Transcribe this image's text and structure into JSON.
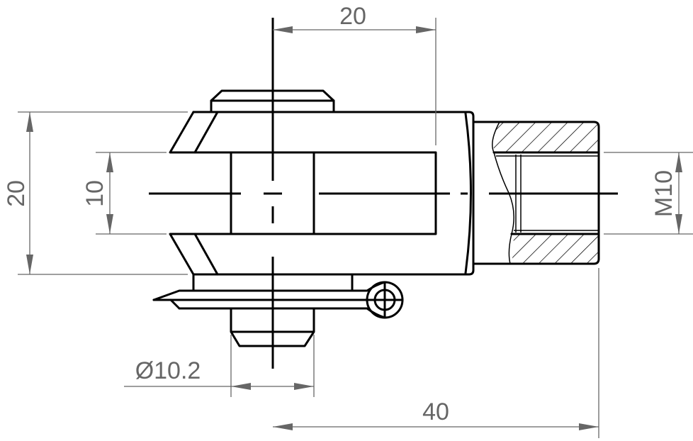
{
  "dimensions": {
    "top_width": "20",
    "left_height": "20",
    "slot_height": "10",
    "thread": "M10",
    "pin_diameter": "Ø10.2",
    "overall_length": "40"
  },
  "colors": {
    "outline": "#000000",
    "dimension": "#666666"
  }
}
